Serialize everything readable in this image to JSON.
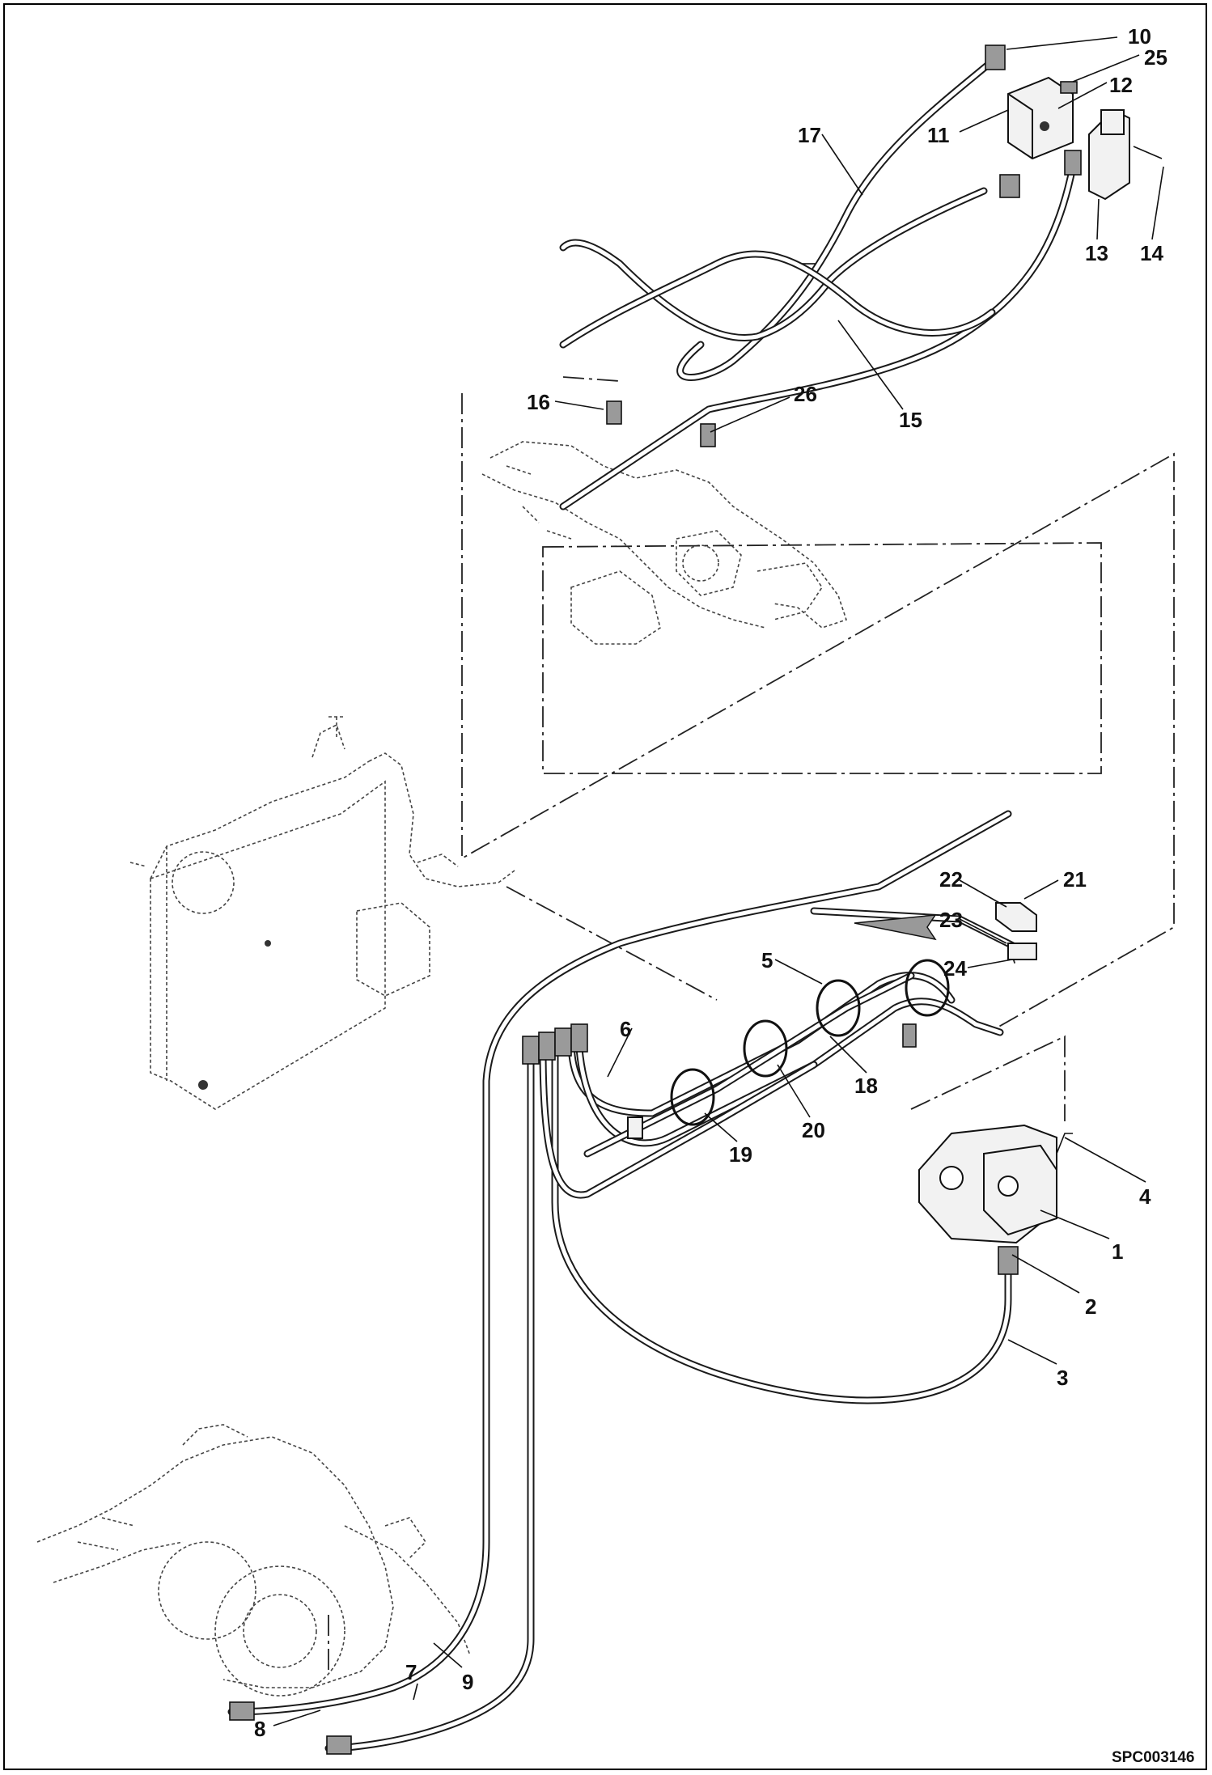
{
  "diagram": {
    "reference_code": "SPC003146",
    "callouts": {
      "c1": "1",
      "c2": "2",
      "c3": "3",
      "c4": "4",
      "c5": "5",
      "c6": "6",
      "c7": "7",
      "c8": "8",
      "c9": "9",
      "c10": "10",
      "c11": "11",
      "c12": "12",
      "c13": "13",
      "c14": "14",
      "c15": "15",
      "c16": "16",
      "c17": "17",
      "c18": "18",
      "c19": "19",
      "c20": "20",
      "c21": "21",
      "c22": "22",
      "c23": "23",
      "c24": "24",
      "c25": "25",
      "c26": "26"
    }
  }
}
